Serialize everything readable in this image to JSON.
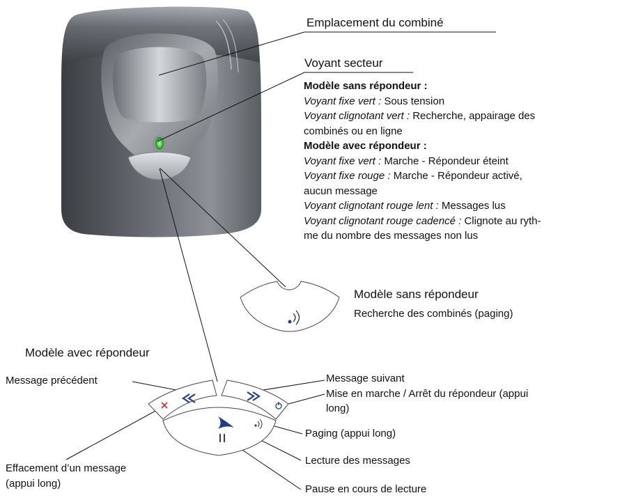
{
  "labels": {
    "emplacement": "Emplacement du combiné",
    "voyant_secteur": "Voyant secteur",
    "sans_title": "Modèle sans répondeur",
    "sans_sub": "Recherche des combinés (paging)",
    "avec_title": "Modèle avec répondeur",
    "prev": "Message précédent",
    "next": "Message suivant",
    "onoff_1": "Mise en marche / Arrêt du répondeur (appui",
    "onoff_2": "long)",
    "paging": "Paging (appui long)",
    "lecture": "Lecture des messages",
    "effacement_1": "Effacement d’un message",
    "effacement_2": "(appui long)",
    "pause": "Pause en cours de lecture"
  },
  "voyant_block": {
    "sans_heading": "Modèle sans répondeur :",
    "l1_it": "Voyant fixe vert :",
    "l1_txt": " Sous tension",
    "l2_it": "Voyant clignotant vert :",
    "l2_txt": " Recherche, appairage des",
    "l3_txt": "combinés ou en ligne",
    "avec_heading": "Modèle avec répondeur :",
    "l4_it": "Voyant fixe vert :",
    "l4_txt": " Marche - Répondeur éteint",
    "l5_it": "Voyant fixe rouge :",
    "l5_txt": " Marche - Répondeur activé,",
    "l6_txt": "aucun message",
    "l7_it": "Voyant clignotant rouge lent :",
    "l7_txt": " Messages lus",
    "l8_it": "Voyant clignotant rouge cadencé :",
    "l8_txt": " Clignote au ryth-",
    "l9_txt": "me du nombre des messages non lus"
  },
  "colors": {
    "body_dark": "#4a4d52",
    "body_light": "#8c9096",
    "led": "#3fcf3f",
    "icon_blue": "#1f3d8a",
    "icon_red": "#d42a2a"
  }
}
